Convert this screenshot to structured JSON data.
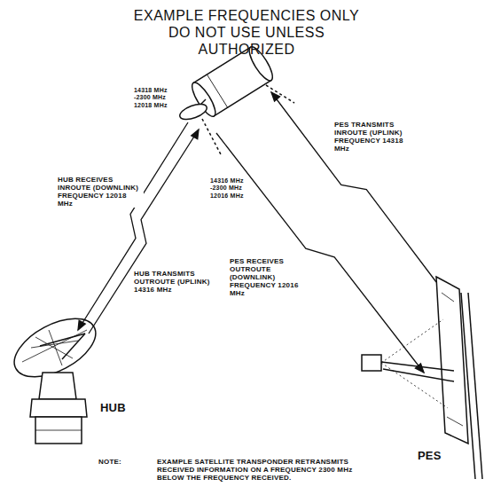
{
  "diagram": {
    "title": "EXAMPLE FREQUENCIES ONLY DO NOT USE UNLESS AUTHORIZED",
    "labels": [
      "14318 MHz",
      "-2300 MHz",
      "12018 MHz",
      "14316 MHz",
      "-2300 MHz",
      "12016 MHz",
      "HUB RECEIVES INROUTE (DOWNLINK) FREQUENCY 12018 MHz",
      "HUB TRANSMITS OUTROUTE (UPLINK) 14316 MHz",
      "PES TRANSMITS INROUTE (UPLINK) FREQUENCY 14318 MHz",
      "PES RECEIVES OUTROUTE (DOWNLINK) FREQUENCY 12016 MHz",
      "HUB",
      "PES",
      "NOTE:",
      "EXAMPLE SATELLITE TRANSPONDER RETRANSMITS RECEIVED INFORMATION ON A FREQUENCY 2300 MHz BELOW THE FREQUENCY RECEIVED."
    ]
  }
}
